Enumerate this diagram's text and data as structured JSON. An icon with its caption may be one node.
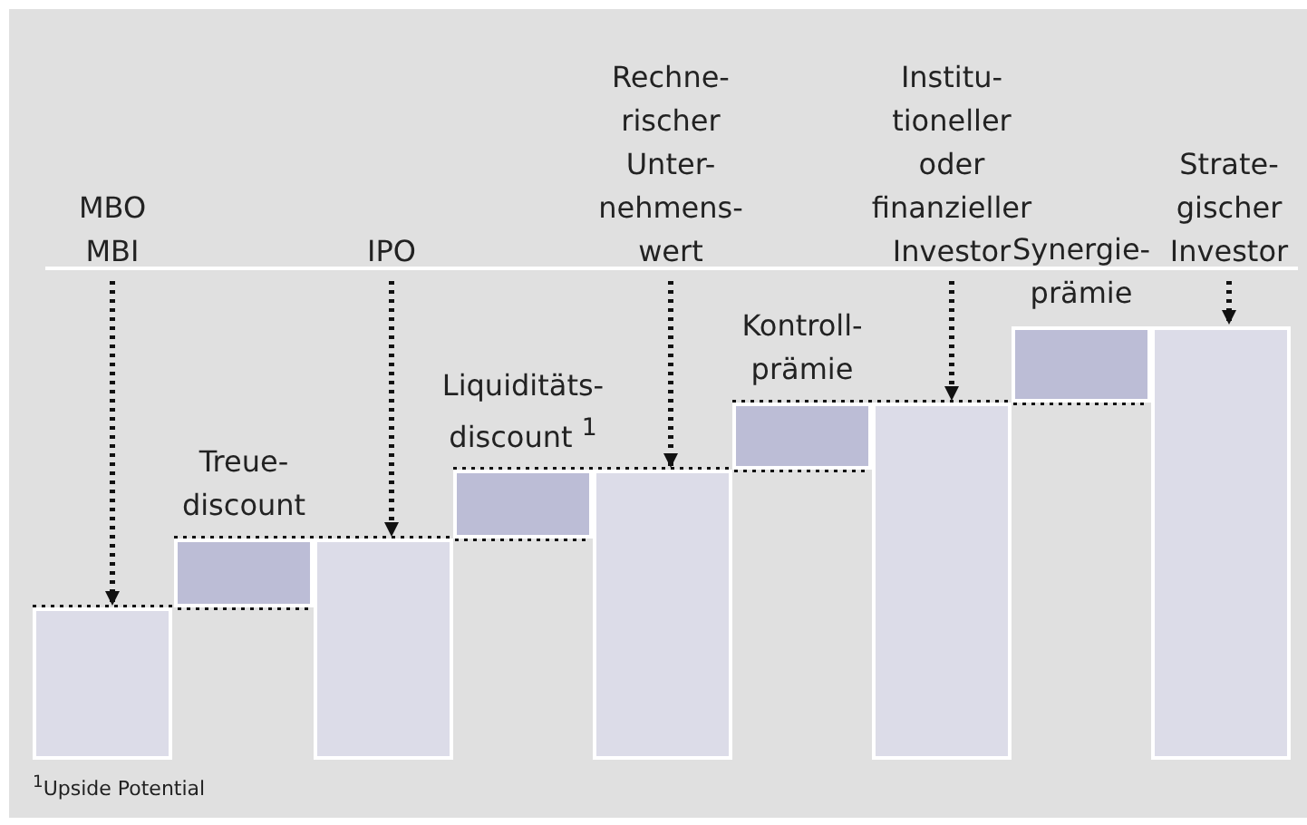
{
  "diagram": {
    "nodes": [
      {
        "text": [
          "MBO MBI"
        ]
      },
      {
        "text": [
          "IPO"
        ]
      },
      {
        "text": [
          "Rechne- rischer Unter- nehmens- wert"
        ]
      },
      {
        "text": [
          "Institu- tioneller oder finanzieller Investor"
        ]
      },
      {
        "text": [
          "Strate- gischer Investor"
        ]
      },
      {
        "text": [],
        "shape": "bar"
      },
      {
        "text": [
          "Treue- discount"
        ]
      },
      {
        "text": [],
        "shape": "bar"
      },
      {
        "text": [
          "Liquiditäts- discount $^{1}$"
        ]
      },
      {
        "text": [],
        "shape": "bar"
      },
      {
        "text": [
          "Kontroll- prämie"
        ]
      },
      {
        "text": [],
        "shape": "bar"
      },
      {
        "text": [
          "Synergie- prämie"
        ]
      },
      {
        "text": [],
        "shape": "bar"
      }
    ],
    "edges": [
      {
        "from": 0,
        "to": 5,
        "arrow": "to",
        "style": "dashed"
      },
      {
        "from": 1,
        "to": 7,
        "arrow": "to",
        "style": "dashed"
      },
      {
        "from": 2,
        "to": 9,
        "arrow": "to",
        "style": "dashed"
      },
      {
        "from": 3,
        "to": 11,
        "arrow": "to",
        "style": "dashed"
      },
      {
        "from": 4,
        "to": 13,
        "arrow": "to",
        "style": "dashed"
      }
    ],
    "labels": [
      "$^{1}$Upside Potential"
    ]
  }
}
